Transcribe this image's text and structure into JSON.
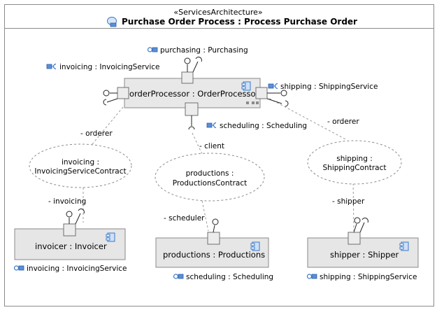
{
  "header": {
    "stereotype": "«ServicesArchitecture»",
    "title": "Purchase Order Process : Process Purchase Order"
  },
  "parts": {
    "orderProcessor": "orderProcessor : OrderProcessor",
    "invoicer": "invoicer : Invoicer",
    "productions": "productions : Productions",
    "shipper": "shipper : Shipper"
  },
  "contracts": {
    "invoicing": [
      "invoicing :",
      "InvoicingServiceContract"
    ],
    "productions": [
      "productions :",
      "ProductionsContract"
    ],
    "shipping": [
      "shipping :",
      "ShippingContract"
    ]
  },
  "ports": {
    "purchasing": "purchasing : Purchasing",
    "op_invoicing": "invoicing : InvoicingService",
    "op_shipping": "shipping : ShippingService",
    "op_scheduling": "scheduling : Scheduling",
    "invoicer_invoicing": "invoicing : InvoicingService",
    "productions_scheduling": "scheduling : Scheduling",
    "shipper_shipping": "shipping : ShippingService"
  },
  "roles": {
    "orderer_left": "- orderer",
    "client": "- client",
    "orderer_right": "- orderer",
    "invoicing": "- invoicing",
    "scheduler": "- scheduler",
    "shipper": "- shipper"
  },
  "colors": {
    "frame_border": "#8a8a8a",
    "part_fill": "#e6e6e6",
    "icon_blue": "#3a78c8"
  },
  "icons": [
    "provided-interface-icon",
    "required-interface-icon",
    "component-icon",
    "services-architecture-icon"
  ]
}
